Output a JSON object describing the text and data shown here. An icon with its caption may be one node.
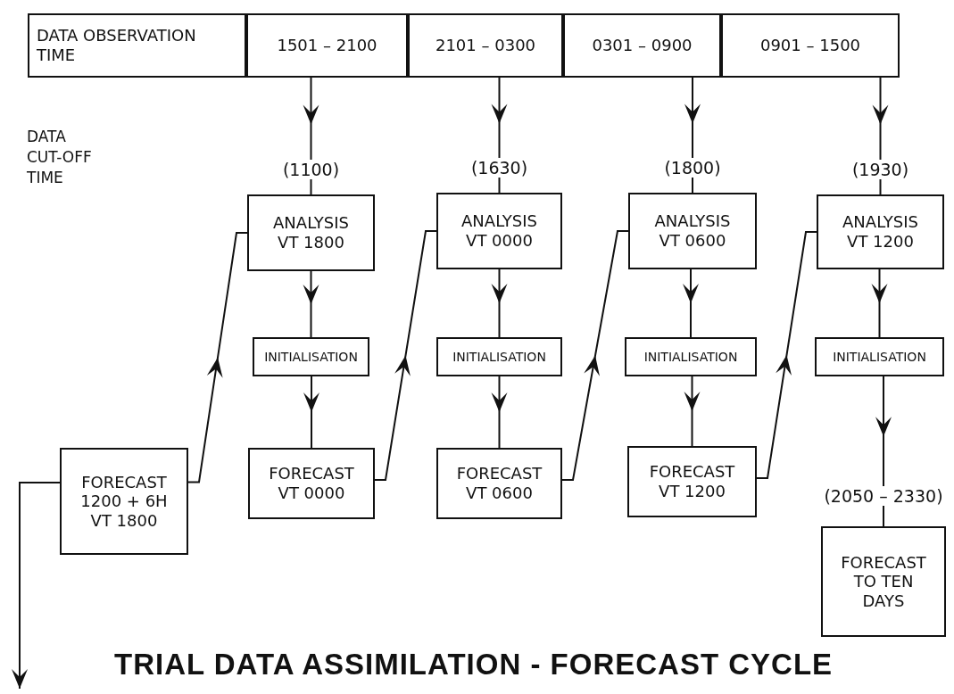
{
  "diagram": {
    "title": "TRIAL DATA ASSIMILATION - FORECAST CYCLE",
    "nodes": [
      {
        "text": [
          "DATA OBSERVATION TIME"
        ]
      },
      {
        "text": [
          "1501 – 2100"
        ]
      },
      {
        "text": [
          "2101 – 0300"
        ]
      },
      {
        "text": [
          "0301 – 0900"
        ]
      },
      {
        "text": [
          "0901 – 1500"
        ]
      },
      {
        "text": [
          "ANALYSIS VT 1800"
        ]
      },
      {
        "text": [
          "INITIALISATION"
        ]
      },
      {
        "text": [
          "FORECAST VT 0000"
        ]
      },
      {
        "text": [
          "ANALYSIS VT 0000"
        ]
      },
      {
        "text": [
          "INITIALISATION"
        ]
      },
      {
        "text": [
          "FORECAST VT 0600"
        ]
      },
      {
        "text": [
          "ANALYSIS VT 0600"
        ]
      },
      {
        "text": [
          "INITIALISATION"
        ]
      },
      {
        "text": [
          "FORECAST VT 1200"
        ]
      },
      {
        "text": [
          "ANALYSIS VT 1200"
        ]
      },
      {
        "text": [
          "INITIALISATION"
        ]
      },
      {
        "text": [
          "FORECAST TO TEN DAYS"
        ]
      },
      {
        "text": [
          "FORECAST 1200 + 6H VT 1800"
        ]
      }
    ],
    "edges": [
      {
        "from": 1,
        "to": 5,
        "arrow": "to",
        "label": "(1100)"
      },
      {
        "from": 5,
        "to": 6,
        "arrow": "to"
      },
      {
        "from": 6,
        "to": 7,
        "arrow": "to"
      },
      {
        "from": 17,
        "to": 5,
        "arrow": "to"
      },
      {
        "from": 2,
        "to": 8,
        "arrow": "to",
        "label": "(1630)"
      },
      {
        "from": 8,
        "to": 9,
        "arrow": "to"
      },
      {
        "from": 9,
        "to": 10,
        "arrow": "to"
      },
      {
        "from": 7,
        "to": 8,
        "arrow": "to"
      },
      {
        "from": 3,
        "to": 11,
        "arrow": "to",
        "label": "(1800)"
      },
      {
        "from": 11,
        "to": 12,
        "arrow": "to"
      },
      {
        "from": 12,
        "to": 13,
        "arrow": "to"
      },
      {
        "from": 10,
        "to": 11,
        "arrow": "to"
      },
      {
        "from": 4,
        "to": 14,
        "arrow": "to",
        "label": "(1930)"
      },
      {
        "from": 14,
        "to": 15,
        "arrow": "to"
      },
      {
        "from": 15,
        "to": 16,
        "arrow": "to",
        "label": "(2050 – 2330)"
      },
      {
        "from": 13,
        "to": 14,
        "arrow": "to"
      },
      {
        "from": 17,
        "to": null,
        "arrow": "to"
      }
    ],
    "labels": [
      "DATA CUT-OFF TIME"
    ]
  }
}
